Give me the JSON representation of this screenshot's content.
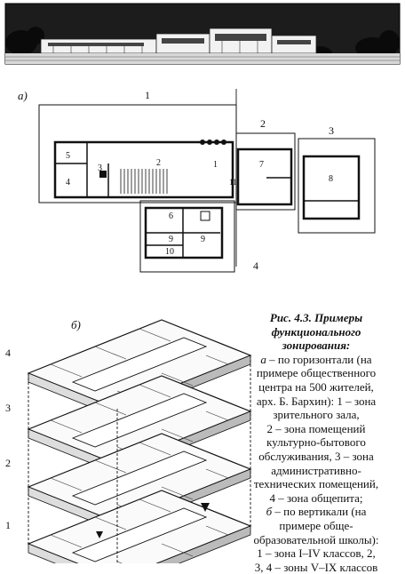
{
  "figure": {
    "label_a": "а)",
    "label_b": "б)",
    "plan_zones": [
      "1",
      "2",
      "3",
      "4"
    ],
    "room_numbers": [
      "1",
      "2",
      "3",
      "4",
      "5",
      "6",
      "7",
      "8",
      "9",
      "9",
      "10",
      "11"
    ],
    "level_numbers": [
      "1",
      "2",
      "3",
      "4"
    ]
  },
  "caption": {
    "title_lines": [
      "Рис. 4.3. Примеры",
      "функционального",
      "зонирования:"
    ],
    "a_letter": "а",
    "a_lines": [
      " – по горизонтали (на",
      "примере общественного",
      "центра на 500 жителей,",
      "арх. Б. Бархин): 1 – зона",
      "зрительного зала,",
      "2 – зона помещений",
      "культурно-бытового",
      "обслуживания, 3 – зона",
      "административно-",
      "технических помещений,",
      "4 – зона общепита;"
    ],
    "b_letter": "б",
    "b_lines": [
      " – по вертикали (на",
      "примере обще-",
      "образовательной школы):",
      "1 – зона I–IV классов, 2,",
      "3, 4 – зоны V–IX классов"
    ]
  }
}
